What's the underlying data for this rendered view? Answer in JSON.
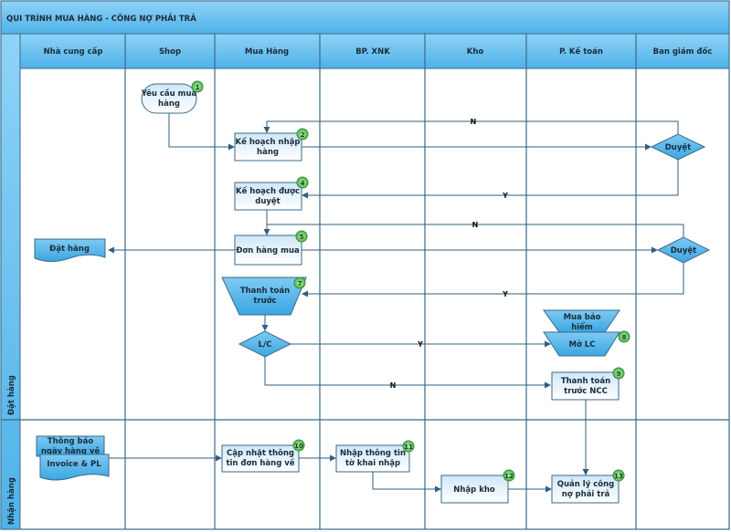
{
  "title": "QUI TRÌNH MUA HÀNG - CÔNG NỢ PHẢI TRẢ",
  "columns": [
    "Nhà cung cấp",
    "Shop",
    "Mua Hàng",
    "BP. XNK",
    "Kho",
    "P. Kế toán",
    "Ban giám đốc"
  ],
  "lanes": [
    "Đặt hàng",
    "Nhận hàng"
  ],
  "nodes": {
    "n1": {
      "lines": [
        "Yêu cầu mua",
        "hàng"
      ],
      "badge": "1"
    },
    "n2": {
      "lines": [
        "Kế hoạch nhập",
        "hàng"
      ],
      "badge": "2"
    },
    "n4": {
      "lines": [
        "Kế hoạch được",
        "duyệt"
      ],
      "badge": "4"
    },
    "n5": {
      "lines": [
        "Đơn hàng mua"
      ],
      "badge": "5"
    },
    "n7": {
      "lines": [
        "Thanh toán",
        "trước"
      ],
      "badge": "7"
    },
    "n8a": {
      "lines": [
        "Mua bảo",
        "hiểm"
      ]
    },
    "n8": {
      "lines": [
        "Mở LC"
      ],
      "badge": "8"
    },
    "n9": {
      "lines": [
        "Thanh toán",
        "trước NCC"
      ],
      "badge": "9"
    },
    "n10": {
      "lines": [
        "Cập nhật thông",
        "tin đơn hàng về"
      ],
      "badge": "10"
    },
    "n11": {
      "lines": [
        "Nhập thông tin",
        "tờ khai nhập"
      ],
      "badge": "11"
    },
    "n12": {
      "lines": [
        "Nhập kho"
      ],
      "badge": "12"
    },
    "n13": {
      "lines": [
        "Quản lý công",
        "nợ phải trả"
      ],
      "badge": "13"
    },
    "duyet1": {
      "lines": [
        "Duyệt"
      ]
    },
    "duyet2": {
      "lines": [
        "Duyệt"
      ]
    },
    "lc": {
      "lines": [
        "L/C"
      ]
    },
    "dat_hang": {
      "lines": [
        "Đặt hàng"
      ]
    },
    "thong_bao": {
      "lines": [
        "Thông báo",
        "ngày hàng về"
      ]
    },
    "invoice": {
      "lines": [
        "Invoice & PL"
      ]
    }
  },
  "edge_labels": {
    "n1": "N",
    "y1": "Y",
    "n2": "N",
    "y2": "Y",
    "y3": "Y",
    "n3": "N"
  },
  "colors": {
    "header": "#5bbcf0",
    "box_top": "#d8ecfa",
    "box_bottom": "#ffffff",
    "shape_blue": "#4fb4ea",
    "badge": "#6fd06f",
    "grid": "#3a6a8a"
  }
}
